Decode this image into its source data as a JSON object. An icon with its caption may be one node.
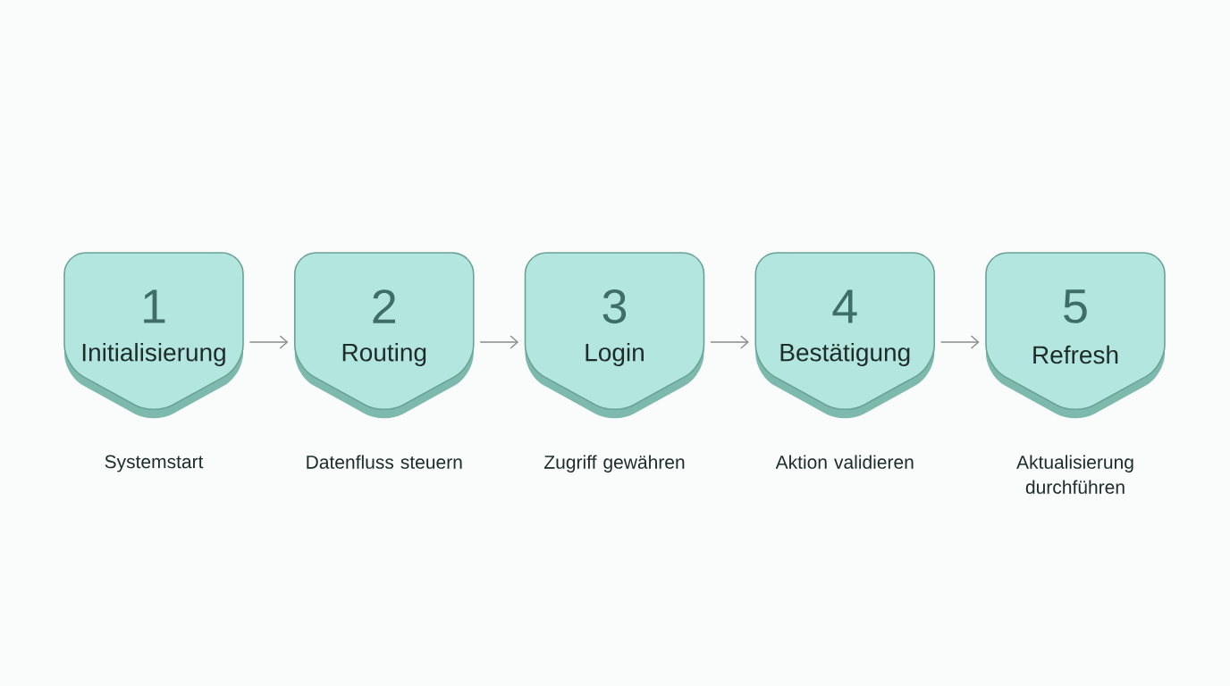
{
  "diagram": {
    "nodes": [
      {
        "text": [
          "1",
          "Initialisierung"
        ],
        "beside": [
          "Systemstart"
        ]
      },
      {
        "text": [
          "2",
          "Routing"
        ],
        "beside": [
          "Datenfluss steuern"
        ]
      },
      {
        "text": [
          "3",
          "Login"
        ],
        "beside": [
          "Zugriff gewähren"
        ]
      },
      {
        "text": [
          "4",
          "Bestätigung"
        ],
        "beside": [
          "Aktion validieren"
        ]
      },
      {
        "text": [
          "5",
          "Refresh"
        ],
        "beside": [
          "Aktualisierung durchführen"
        ]
      }
    ],
    "edges": [
      {
        "from": 0,
        "to": 1,
        "arrow": "to"
      },
      {
        "from": 1,
        "to": 2,
        "arrow": "to"
      },
      {
        "from": 2,
        "to": 3,
        "arrow": "to"
      },
      {
        "from": 3,
        "to": 4,
        "arrow": "to"
      }
    ]
  }
}
